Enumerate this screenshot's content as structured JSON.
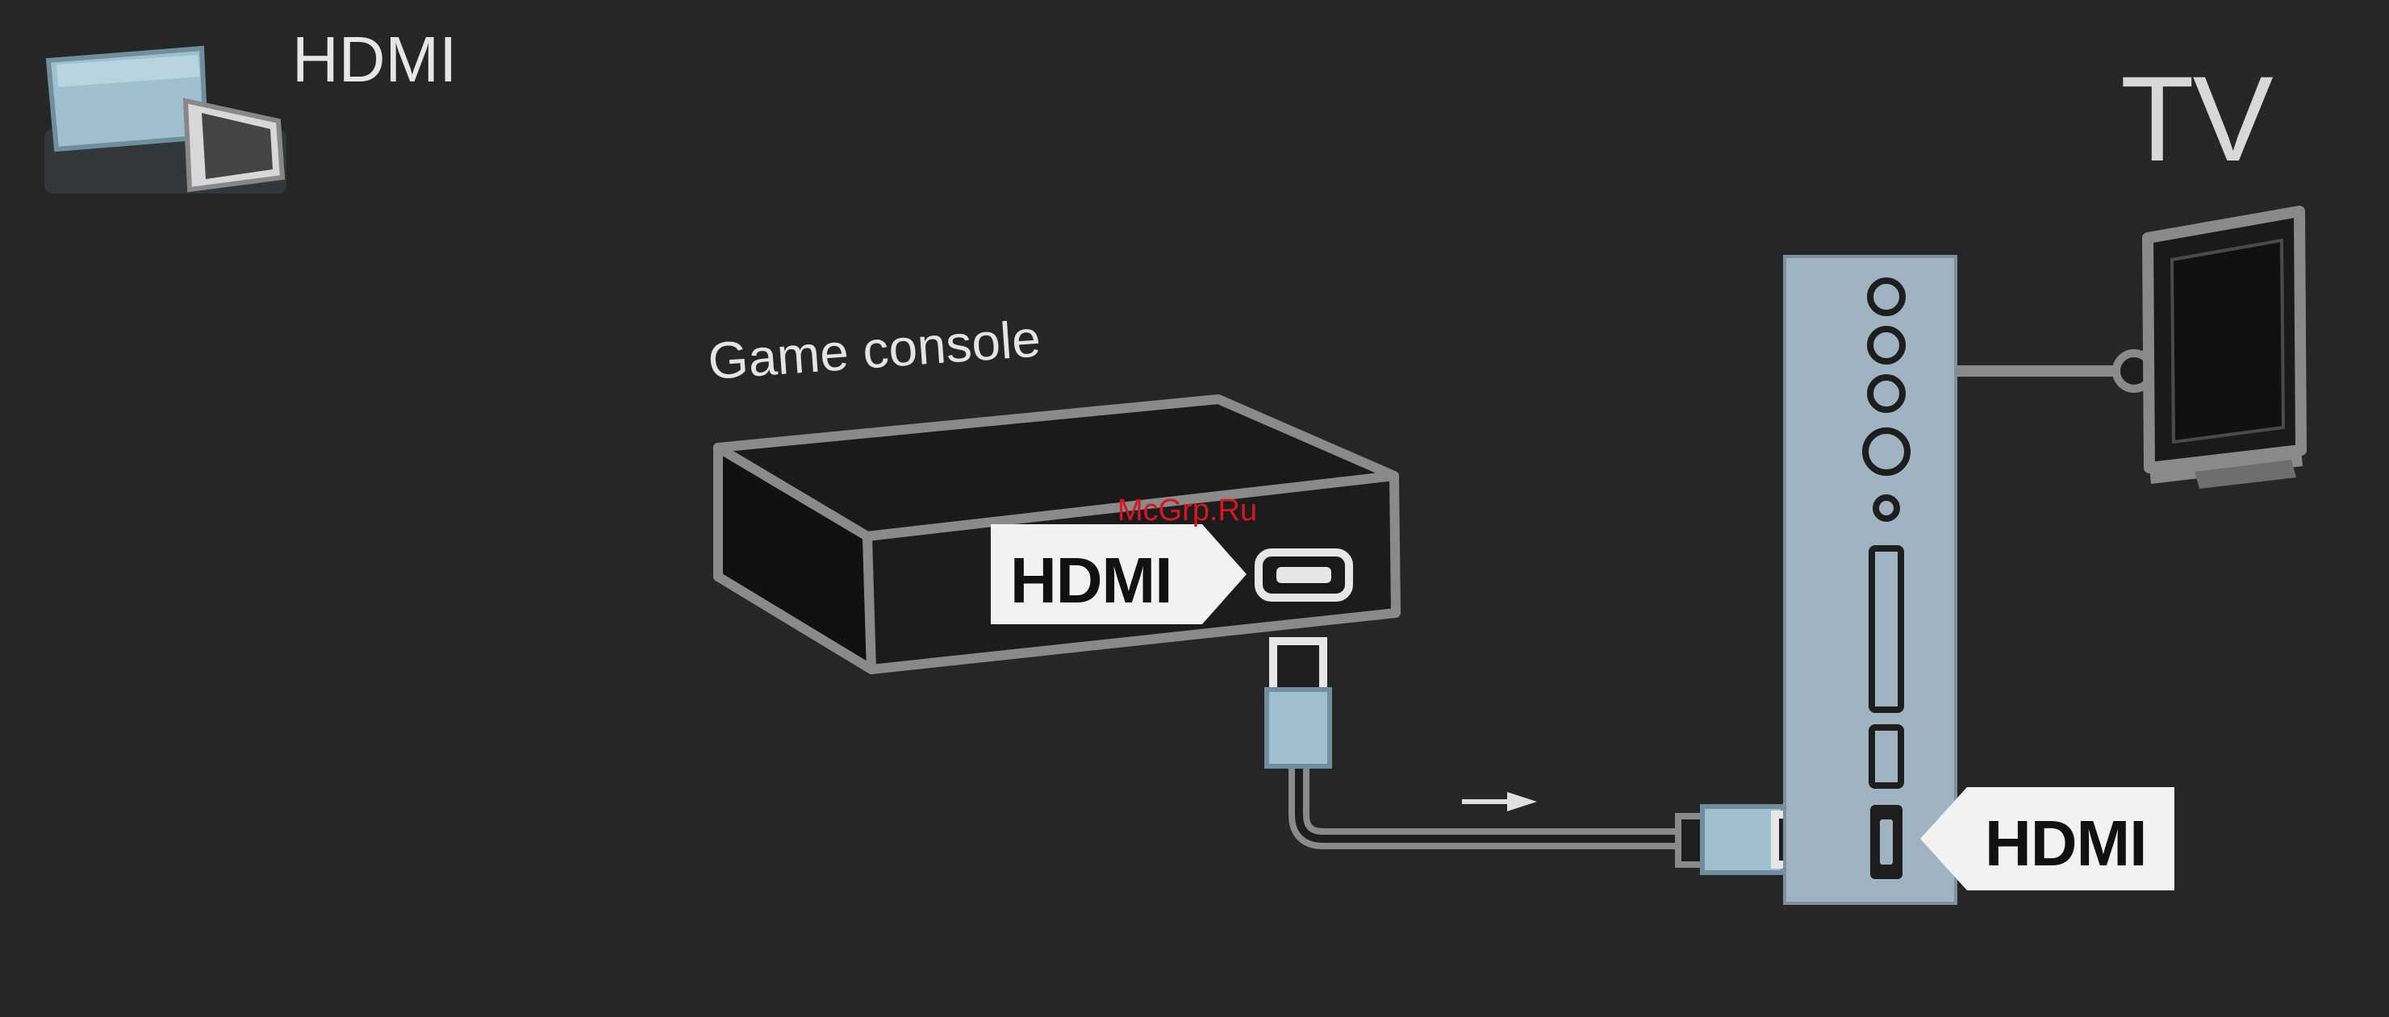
{
  "header": {
    "label": "HDMI",
    "icon": "hdmi-connector-icon"
  },
  "tv": {
    "title": "TV",
    "port_label": "HDMI",
    "icon": "tv-icon"
  },
  "console": {
    "label": "Game console",
    "port_label": "HDMI"
  },
  "watermark": "McGrp.Ru",
  "signal_direction": "console-to-tv",
  "colors": {
    "background": "#262626",
    "outline": "#8a8a8a",
    "tv_panel": "#9fb3c0",
    "connector_blue": "#9fc0cf",
    "callout": "#f2f2f2",
    "watermark": "#d8161e"
  }
}
